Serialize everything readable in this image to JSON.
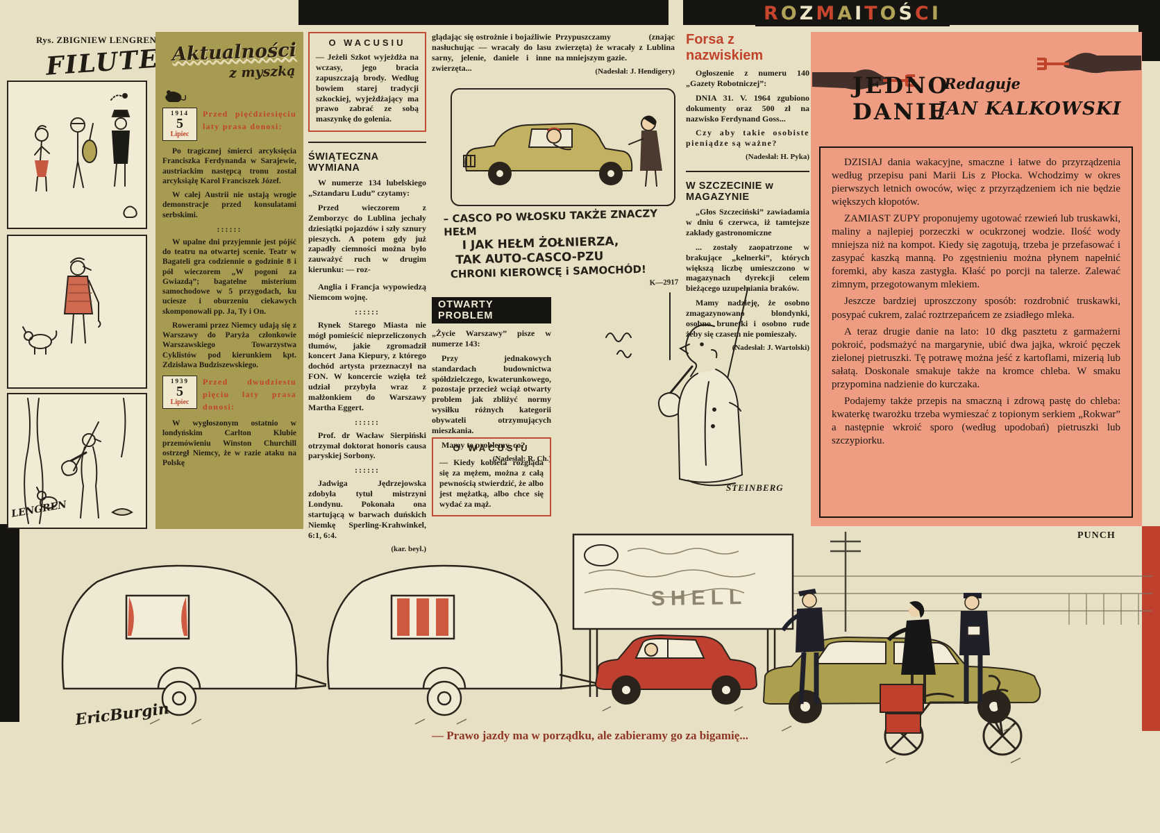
{
  "masthead": {
    "title": "ROZMAITOŚCI"
  },
  "dots": "::::::",
  "filutek": {
    "credit": "Rys. ZBIGNIEW LENGREN",
    "title": "FILUTEK",
    "signature": "LENGREN"
  },
  "aktualnosci": {
    "title": "Aktualności",
    "subtitle": "z myszką",
    "cal_1914": {
      "year": "1914",
      "day": "5",
      "month": "Lipiec",
      "lead": "Przed pięćdziesięciu laty prasa donosi:"
    },
    "p1": "Po tragicznej śmierci arcyksięcia Franciszka Ferdynanda w Sarajewie, austriackim następcą tronu został arcyksiążę Karol Franciszek Józef.",
    "p2": "W całej Austrii nie ustają wrogie demonstracje przed konsulatami serbskimi.",
    "p3": "W upalne dni przyjemnie jest pójść do teatru na otwartej scenie. Teatr w Bagateli gra codziennie o godzinie 8 i pół wieczorem „W pogoni za Gwiazdą”; bagatelne misterium samochodowe w 5 przygodach, ku uciesze i oburzeniu ciekawych skomponowali pp. Ja, Ty i On.",
    "p4": "Rowerami przez Niemcy udają się z Warszawy do Paryża członkowie Warszawskiego Towarzystwa Cyklistów pod kierunkiem kpt. Zdzisława Budziszewskiego.",
    "cal_1939": {
      "year": "1939",
      "day": "5",
      "month": "Lipiec",
      "lead": "Przed dwudziestu pięciu laty prasa donosi:"
    },
    "p5": "W wygłoszonym ostatnio w londyńskim Carlton Klubie przemówieniu Winston Churchill ostrzegł Niemcy, że w razie ataku na Polskę"
  },
  "wacusiu1": {
    "title": "O WACUSIU",
    "text": "— Jeżeli Szkot wyjeżdża na wczasy, jego bracia zapuszczają brody. Według bowiem starej tradycji szkockiej, wyjeżdżający ma prawo zabrać ze sobą maszynkę do golenia."
  },
  "swiateczna": {
    "title": "ŚWIĄTECZNA WYMIANA",
    "intro": "W numerze 134 lubelskiego „Sztandaru Ludu” czytamy:",
    "body": "Przed wieczorem z Zemborzyc do Lublina jechały dziesiątki pojazdów i szły sznury pieszych. A potem gdy już zapadły ciemności można było zauważyć ruch w drugim kierunku: — roz-"
  },
  "cont1939": {
    "p1": "Anglia i Francja wypowiedzą Niemcom wojnę.",
    "p2": "Rynek Starego Miasta nie mógł pomieścić nieprzeliczonych tłumów, jakie zgromadził koncert Jana Kiepury, z którego dochód artysta przeznaczył na FON. W koncercie wzięła też udział przybyła wraz z małżonkiem do Warszawy Martha Eggert.",
    "p3": "Prof. dr Wacław Sierpiński otrzymał doktorat honoris causa paryskiej Sorbony.",
    "p4": "Jadwiga Jędrzejowska zdobyła tytuł mistrzyni Londynu. Pokonała ona startującą w barwach duńskich Niemkę Sperling-Krahwinkel, 6:1, 6:4.",
    "sig": "(kar. beyl.)"
  },
  "casco": {
    "lead": "glądając się ostrożnie i bojaźliwie nasłuchując — wracały do lasu sarny, jelenie, daniele i inne zwierzęta...",
    "line1": "– CASCO PO WŁOSKU TAKŻE ZNACZY HEŁM",
    "line2": "I JAK HEŁM ŻOŁNIERZA,",
    "line3": "TAK AUTO-CASCO-PZU",
    "line4": "CHRONI KIEROWCĘ i SAMOCHÓD!",
    "code": "K—2917"
  },
  "otwarty": {
    "title": "OTWARTY PROBLEM",
    "intro": "„Życie Warszawy” pisze w numerze 143:",
    "body": "Przy jednakowych standardach budownictwa spółdzielczego, kwaterunkowego, pozostaje przecież wciąż otwarty problem jak zbliżyć normy wysiłku różnych kategorii obywateli otrzymujących mieszkania.",
    "q": "Mamy te problemy, co?",
    "credit": "(Nadesłał: R. Ch.)"
  },
  "wacusiu2": {
    "title": "O WACUSIU",
    "text": "— Kiedy kobieta rozgląda się za mężem, można z całą pewnością stwierdzić, że albo jest mężatką, albo chce się wydać za mąż."
  },
  "hendigery": {
    "text": "Przypuszczamy (znając zwierzęta) że wracały z Lublina na mniejszym gazie.",
    "credit": "(Nadesłał: J. Hendigery)"
  },
  "forsa": {
    "title": "Forsa z nazwiskiem",
    "p1": "Ogłoszenie z numeru 140 „Gazety Robotniczej”:",
    "p2": "DNIA 31. V. 1964 zgubiono dokumenty oraz 500 zł na nazwisko Ferdynand Goss...",
    "p3": "Czy aby takie osobiste pieniądze są ważne?",
    "credit": "(Nadesłał: H. Pyka)"
  },
  "szczecin": {
    "title": "W SZCZECINIE w MAGAZYNIE",
    "p1": "„Głos Szczeciński” zawiadamia w dniu 6 czerwca, iż tamtejsze zakłady gastronomiczne",
    "p2": "... zostały zaopatrzone w brakujące „kelnerki”, których większą liczbę umieszczono w magazynach dyrekcji celem bieżącego uzupełniania braków.",
    "p3": "Mamy nadzieję, że osobno zmagazynowano blondynki, osobno brunetki i osobno rude żeby się czasem nie pomieszały.",
    "credit": "(Nadesłał: J. Wartolski)"
  },
  "steinberg": {
    "signature": "STEINBERG"
  },
  "jedno": {
    "title1": "JEDNO",
    "title2": "DANIE",
    "redaguje": "Redaguje",
    "editor": "JAN KALKOWSKI",
    "p1": "DZISIAJ dania wakacyjne, smaczne i łatwe do przyrządzenia według przepisu pani Marii Lis z Płocka. Wchodzimy w okres pierwszych letnich owoców, więc z przyrządzeniem ich nie będzie większych kłopotów.",
    "p2": "ZAMIAST ZUPY proponujemy ugotować rzewień lub truskawki, maliny a najlepiej porzeczki w ocukrzonej wodzie. Ilość wody mniejsza niż na kompot. Kiedy się zagotują, trzeba je przefasować i zasypać kaszką manną. Po zgęstnieniu można płynem napełnić foremki, aby kasza zastygła. Kłaść po porcji na talerze. Zalewać zimnym, przegotowanym mlekiem.",
    "p3": "Jeszcze bardziej uproszczony sposób: rozdrobnić truskawki, posypać cukrem, zalać roztrzepańcem ze zsiadłego mleka.",
    "p4": "A teraz drugie danie na lato: 10 dkg pasztetu z garmażerni pokroić, podsmażyć na margarynie, ubić dwa jajka, wkroić pęczek zielonej pietruszki. Tę potrawę można jeść z kartoflami, mizerią lub sałatą. Doskonale smakuje także na kromce chleba. W smaku przypomina nadzienie do kurczaka.",
    "p5": "Podajemy także przepis na smaczną i zdrową pastę do chleba: kwaterkę twarożku trzeba wymieszać z topionym serkiem „Rokwar” a następnie wkroić sporo (według upodobań) pietruszki lub szczypiorku."
  },
  "punch": {
    "label": "PUNCH",
    "billboard": "SHELL",
    "caption": "— Prawo jazdy ma w porządku, ale zabieramy go za bigamię...",
    "signature": "EricBurgin"
  }
}
